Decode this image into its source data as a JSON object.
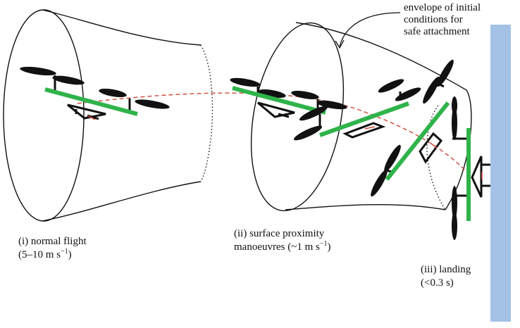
{
  "wall_color": "#a4c2e6",
  "arm_color": "#2fb34a",
  "trajectory_color": "#d04a3a",
  "labels": {
    "normal_flight": {
      "line1": "(i) normal flight",
      "line2_prefix": "(5–10 m s",
      "line2_exponent": "−1",
      "line2_suffix": ")"
    },
    "proximity": {
      "line1": "(ii) surface proximity",
      "line2_prefix": "manoeuvres (~1 m s",
      "line2_exponent": "−1",
      "line2_suffix": ")"
    },
    "landing": {
      "line1": "(iii) landing",
      "line2": "(<0.3 s)"
    },
    "envelope": {
      "line1": "envelope of initial",
      "line2": "conditions for",
      "line3": "safe attachment"
    }
  }
}
